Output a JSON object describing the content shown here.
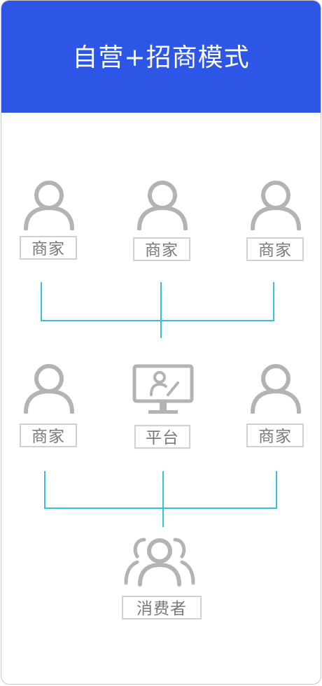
{
  "header": {
    "title": "自营+招商模式",
    "color": "#2d55e6"
  },
  "colors": {
    "connector": "#36c0dc",
    "icon": "#b3b3b3",
    "label_text": "#7a7a7a",
    "label_border": "#d0d0d0"
  },
  "top_row": [
    {
      "icon": "person-icon",
      "label": "商家"
    },
    {
      "icon": "person-icon",
      "label": "商家"
    },
    {
      "icon": "person-icon",
      "label": "商家"
    }
  ],
  "middle_row": [
    {
      "icon": "person-icon",
      "label": "商家"
    },
    {
      "icon": "monitor-person-icon",
      "label": "平台"
    },
    {
      "icon": "person-icon",
      "label": "商家"
    }
  ],
  "bottom": {
    "icon": "group-icon",
    "label": "消费者"
  }
}
